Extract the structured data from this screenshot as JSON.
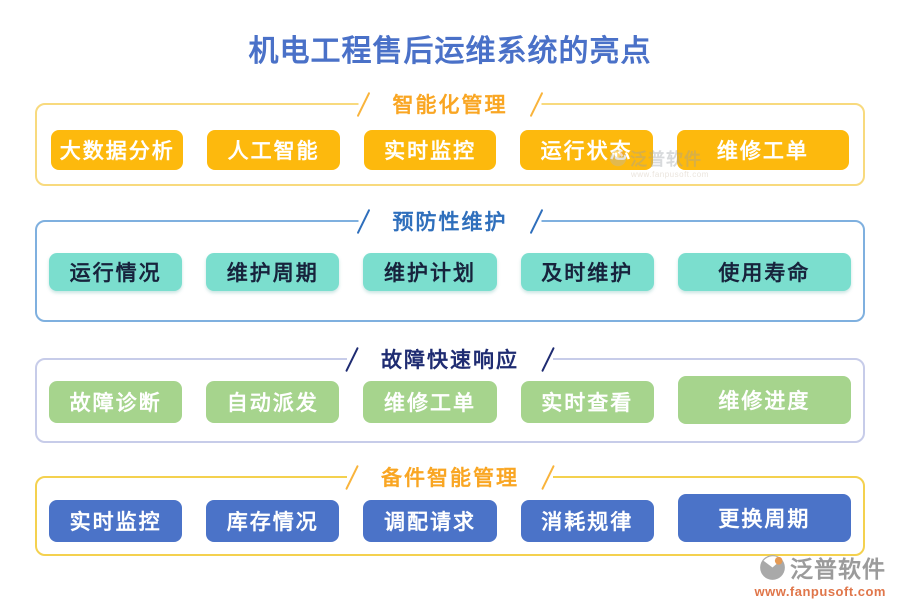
{
  "page_title": "机电工程售后运维系统的亮点",
  "sections": [
    {
      "title": "智能化管理",
      "items": [
        "大数据分析",
        "人工智能",
        "实时监控",
        "运行状态",
        "维修工单"
      ]
    },
    {
      "title": "预防性维护",
      "items": [
        "运行情况",
        "维护周期",
        "维护计划",
        "及时维护",
        "使用寿命"
      ]
    },
    {
      "title": "故障快速响应",
      "items": [
        "故障诊断",
        "自动派发",
        "维修工单",
        "实时查看",
        "维修进度"
      ]
    },
    {
      "title": "备件智能管理",
      "items": [
        "实时监控",
        "库存情况",
        "调配请求",
        "消耗规律",
        "更换周期"
      ]
    }
  ],
  "watermark": {
    "brand": "泛普软件",
    "url": "www.fanpusoft.com"
  },
  "footer": {
    "brand": "泛普软件",
    "url": "www.fanpusoft.com"
  },
  "colors": {
    "title-color": "#4a71c8",
    "s1-border": "#f8da7e",
    "s1-title": "#f9a623",
    "s1-slash": "#f9b43c",
    "s1-btn": "#fdb90d",
    "s2-border": "#7fb0df",
    "s2-title": "#2f6fbc",
    "s2-slash": "#2f6fbc",
    "s2-btn": "#7bdece",
    "s3-border": "#c7cce9",
    "s3-title": "#1f2c72",
    "s3-slash": "#1f2c72",
    "s3-btn": "#a6d48d",
    "s4-border": "#f4d14f",
    "s4-title": "#f9a623",
    "s4-slash": "#f9b43c",
    "s4-btn": "#4b73c8",
    "footer-url-color": "#e0764a"
  }
}
